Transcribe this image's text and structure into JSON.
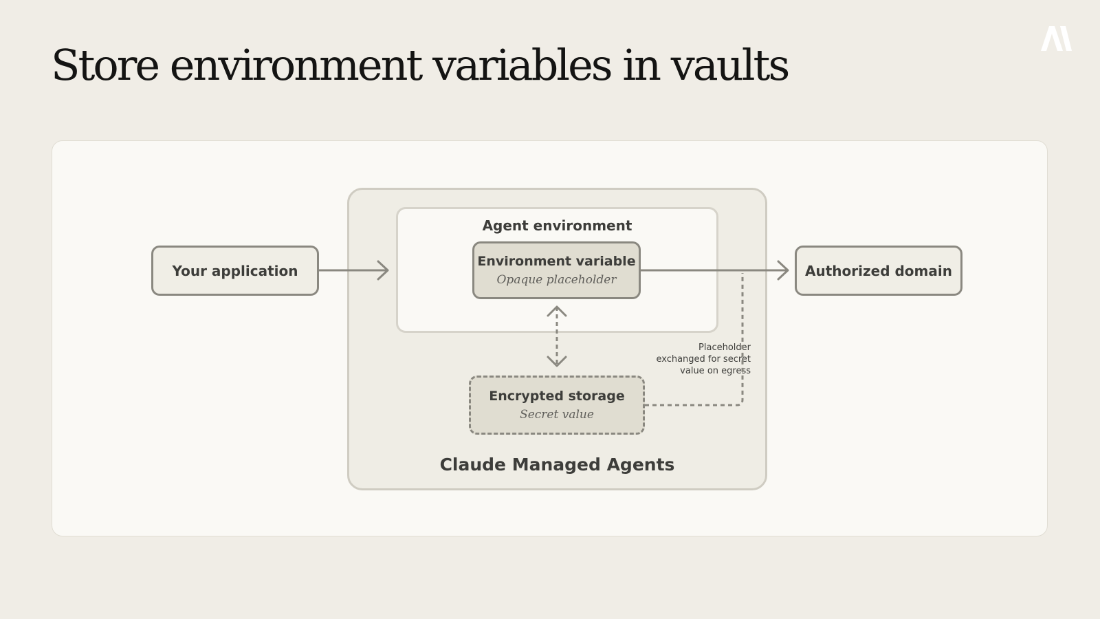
{
  "slide": {
    "title": "Store environment variables in vaults"
  },
  "diagram": {
    "platform_label": "Claude Managed Agents",
    "agent_environment_label": "Agent environment",
    "your_application": "Your application",
    "authorized_domain": "Authorized domain",
    "environment_variable": {
      "title": "Environment variable",
      "subtitle": "Opaque placeholder"
    },
    "encrypted_storage": {
      "title": "Encrypted storage",
      "subtitle": "Secret value"
    },
    "egress_note": {
      "line1": "Placeholder",
      "line2": "exchanged for secret",
      "line3": "value on egress"
    }
  },
  "icons": {
    "brand": "anthropic-logo-icon"
  },
  "colors": {
    "background": "#f0ede6",
    "panel": "#faf9f5",
    "node_fill": "#e0ddd1",
    "stroke": "#8a8880"
  }
}
